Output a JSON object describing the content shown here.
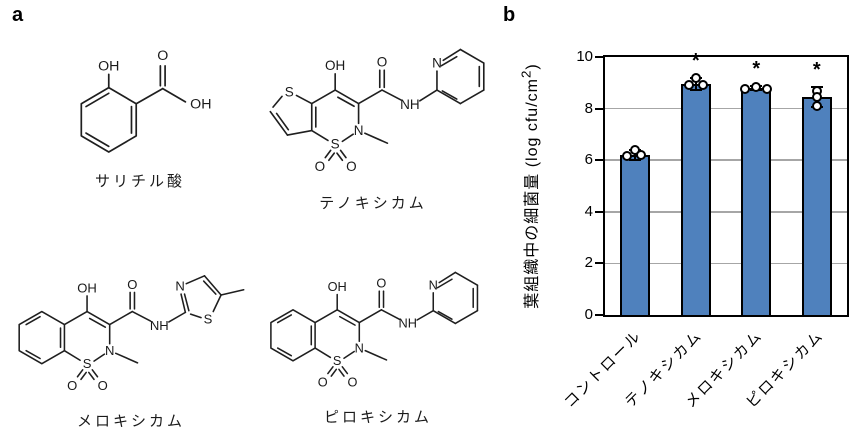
{
  "figure": {
    "panel_a_label": "a",
    "panel_b_label": "b"
  },
  "panels": {
    "a": {
      "compounds": [
        {
          "name": "サリチル酸",
          "atoms": {
            "oh_phenol": "OH",
            "o_carbonyl": "O",
            "oh_acid": "OH"
          }
        },
        {
          "name": "テノキシカム",
          "atoms": {
            "s_thiophene": "S",
            "oh": "OH",
            "o_carbonyl": "O",
            "n_pyridine": "N",
            "nh": "NH",
            "n_ring": "N",
            "s_ring": "S",
            "o_left": "O",
            "o_right": "O"
          }
        },
        {
          "name": "メロキシカム",
          "atoms": {
            "oh": "OH",
            "o_carbonyl": "O",
            "n_thiazole": "N",
            "s_thiazole": "S",
            "nh": "NH",
            "n_ring": "N",
            "s_ring": "S",
            "o_left": "O",
            "o_right": "O"
          }
        },
        {
          "name": "ピロキシカム",
          "atoms": {
            "oh": "OH",
            "o_carbonyl": "O",
            "n_pyridine": "N",
            "nh": "NH",
            "n_ring": "N",
            "s_ring": "S",
            "o_left": "O",
            "o_right": "O"
          }
        }
      ]
    },
    "b": {
      "ylabel_main": "葉組織中の細菌量 (log cfu/cm",
      "ylabel_sup": "2",
      "ylabel_close": ")"
    }
  },
  "chart_data": {
    "type": "bar",
    "categories": [
      "コントロール",
      "テノキシカム",
      "メロキシカム",
      "ピロキシカム"
    ],
    "values": [
      6.2,
      8.95,
      8.8,
      8.45
    ],
    "errors": [
      0.18,
      0.22,
      0.08,
      0.38
    ],
    "points": [
      [
        6.15,
        6.38,
        6.22
      ],
      [
        8.9,
        9.18,
        8.9
      ],
      [
        8.75,
        8.85,
        8.75
      ],
      [
        8.68,
        8.45,
        8.1
      ]
    ],
    "point_dx": [
      [
        -8,
        0,
        6
      ],
      [
        -7,
        0,
        7
      ],
      [
        -11,
        0,
        11
      ],
      [
        0,
        0,
        0
      ]
    ],
    "significance": [
      "",
      "*",
      "*",
      "*"
    ],
    "title": "",
    "xlabel": "",
    "ylabel": "葉組織中の細菌量 (log cfu/cm2)",
    "yticks": [
      0,
      2,
      4,
      6,
      8,
      10
    ],
    "ylim": [
      0,
      10
    ],
    "grid": true,
    "legend": false,
    "bar_color": "#4F81BD",
    "bar_border_color": "#000000",
    "gridline_color": "#A6A6A6"
  }
}
